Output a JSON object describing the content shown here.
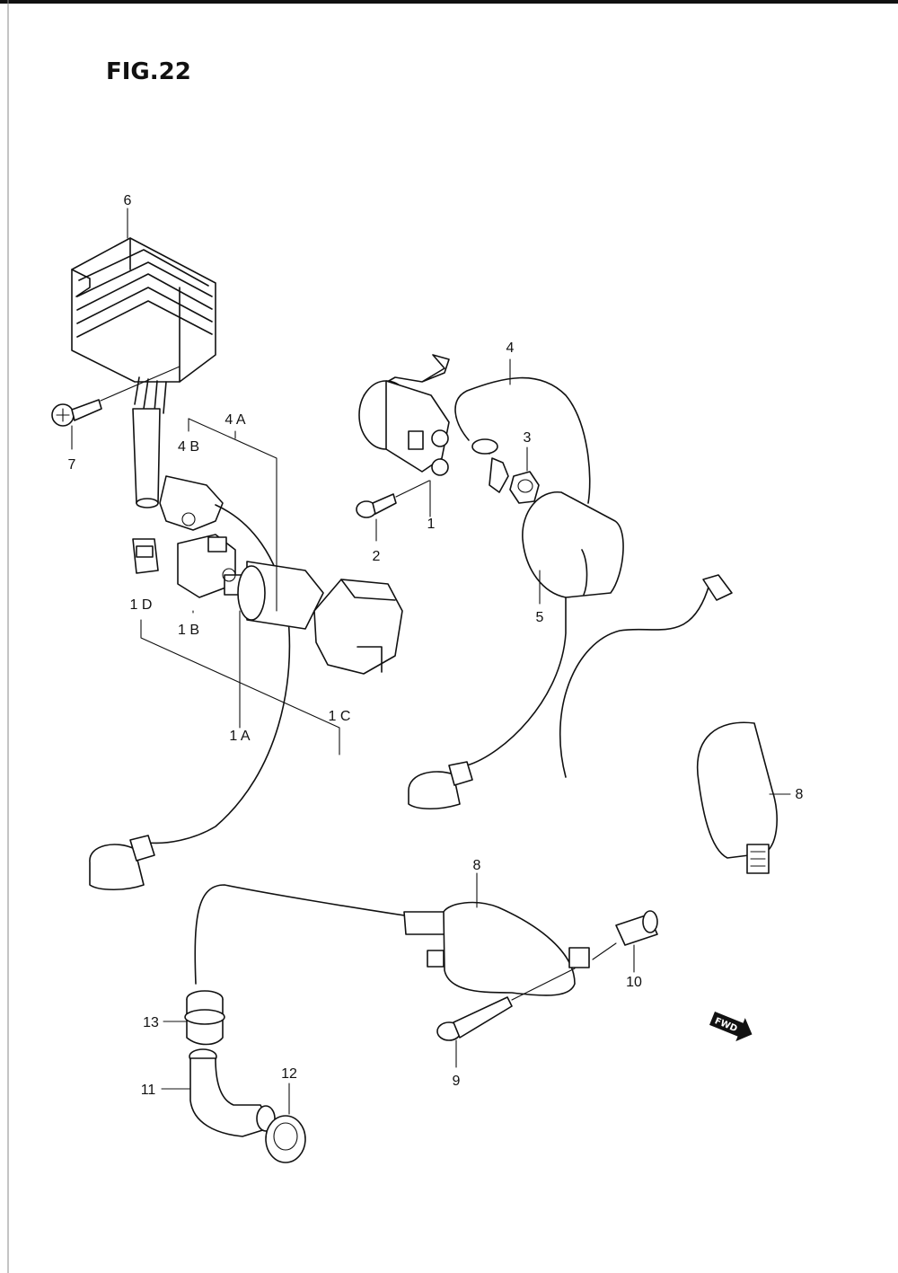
{
  "figure": {
    "title": "FIG.22"
  },
  "callouts": {
    "c1": "1",
    "c1A": "1 A",
    "c1B": "1 B",
    "c1C": "1 C",
    "c1D": "1 D",
    "c2": "2",
    "c3": "3",
    "c4": "4",
    "c4A": "4 A",
    "c4B": "4 B",
    "c5": "5",
    "c6": "6",
    "c7": "7",
    "c8a": "8",
    "c8b": "8",
    "c9": "9",
    "c10": "10",
    "c11": "11",
    "c12": "12",
    "c13": "13"
  },
  "direction_marker": {
    "label": "FWD"
  }
}
